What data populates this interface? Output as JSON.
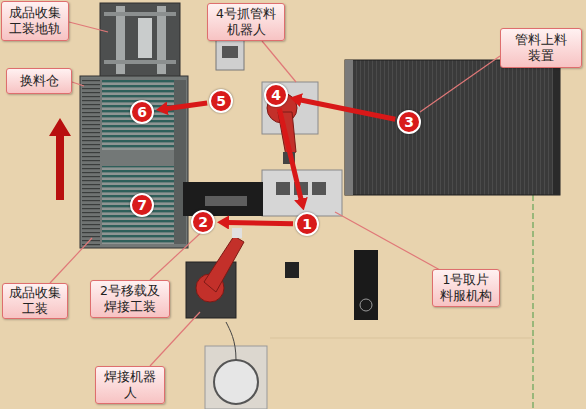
{
  "diagram": {
    "nodes": [
      {
        "text": [
          "成品收集 工装地轨"
        ]
      },
      {
        "text": [
          "4号抓管料 机器人"
        ]
      },
      {
        "text": [
          "管料上料 装置"
        ]
      },
      {
        "text": [
          "换料仓"
        ]
      },
      {
        "text": [
          "4"
        ]
      },
      {
        "text": [
          "5"
        ]
      },
      {
        "text": [
          "6"
        ]
      },
      {
        "text": [
          "3"
        ]
      },
      {
        "text": [
          "7"
        ]
      },
      {
        "text": [
          "2"
        ]
      },
      {
        "text": [
          "1"
        ]
      },
      {
        "text": [
          "成品收集 工装"
        ]
      },
      {
        "text": [
          "2号移载及 焊接工装"
        ]
      },
      {
        "text": [
          "1号取片 料服机构"
        ]
      },
      {
        "text": [
          "焊接机器 人"
        ]
      }
    ],
    "edges": [
      {
        "from": 7,
        "to": 4,
        "arrow": "to"
      },
      {
        "from": 5,
        "to": 6,
        "arrow": "to"
      },
      {
        "from": 4,
        "to": 10,
        "arrow": "to"
      },
      {
        "from": 10,
        "to": 9,
        "arrow": "to"
      }
    ]
  }
}
